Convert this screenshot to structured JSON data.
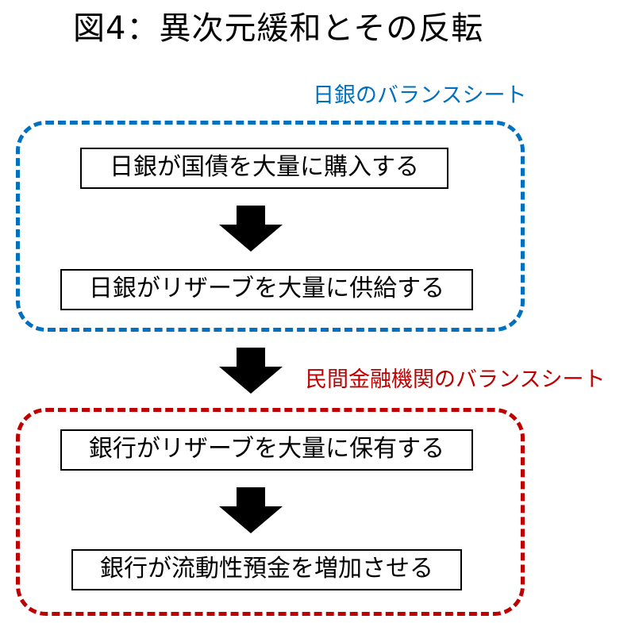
{
  "title": "図4：異次元緩和とその反転",
  "groups": {
    "boj": {
      "label": "日銀のバランスシート",
      "color": "#0070C0"
    },
    "bank": {
      "label": "民間金融機関のバランスシート",
      "color": "#C00000"
    }
  },
  "steps": [
    "日銀が国債を大量に購入する",
    "日銀がリザーブを大量に供給する",
    "銀行がリザーブを大量に保有する",
    "銀行が流動性預金を増加させる"
  ],
  "arrow_color": "#000000",
  "arrow_icon": "arrow-down-icon"
}
